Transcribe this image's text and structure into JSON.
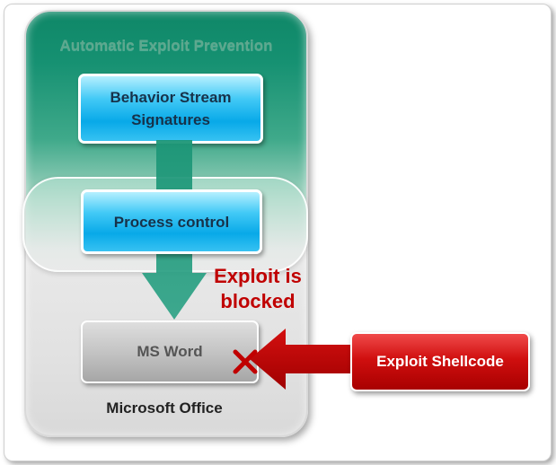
{
  "container": {
    "title": "Automatic Exploit Prevention",
    "footer_label": "Microsoft Office"
  },
  "boxes": {
    "behavior_stream_line1": "Behavior Stream",
    "behavior_stream_line2": "Signatures",
    "process_control": "Process control",
    "ms_word": "MS Word",
    "exploit_shellcode": "Exploit Shellcode"
  },
  "annotation": {
    "line1": "Exploit is",
    "line2": "blocked"
  },
  "colors": {
    "green": "#139070",
    "blue": "#08a9e8",
    "red": "#c00000",
    "grey": "#bdbdbd"
  },
  "icons": [
    "block-x-icon",
    "down-arrow",
    "left-arrow"
  ]
}
